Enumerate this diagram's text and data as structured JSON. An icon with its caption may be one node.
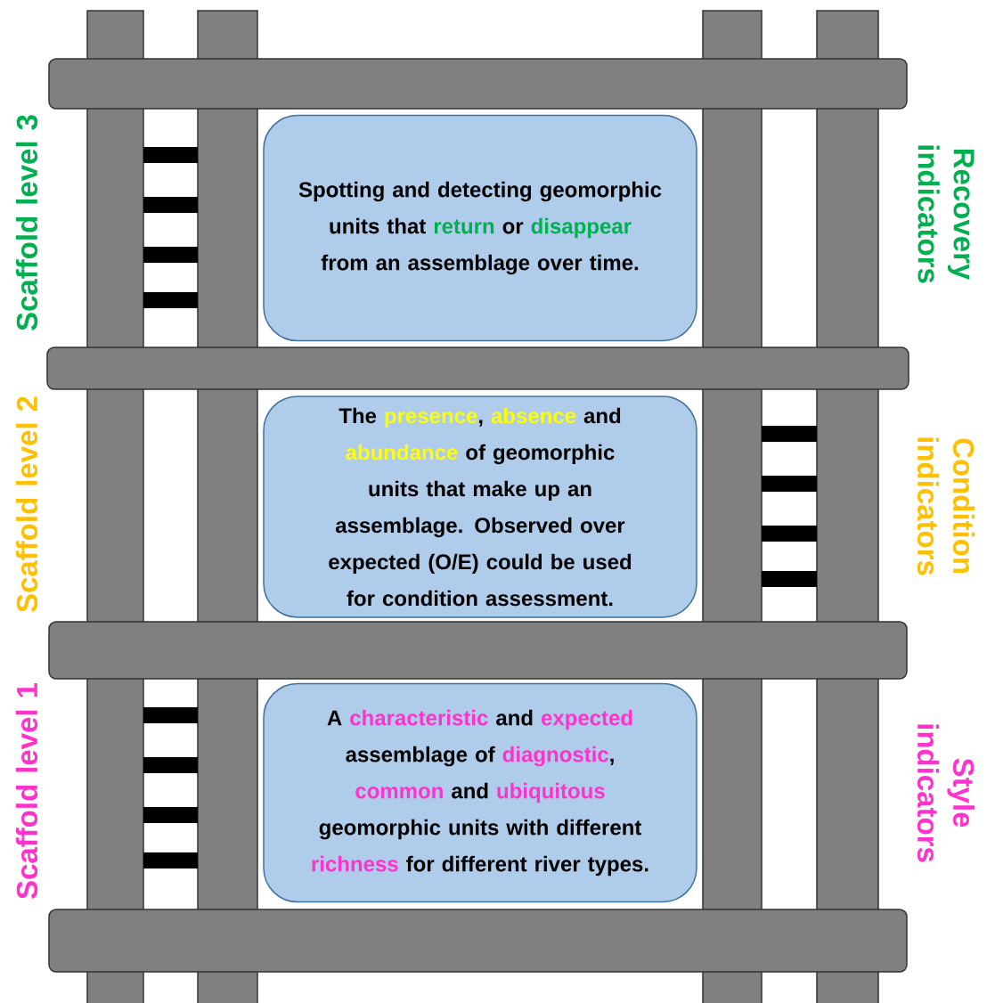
{
  "diagram": {
    "nodes": [
      {
        "text": [
          "Spotting and detecting geomorphic units that return or disappear from an assemblage over time."
        ]
      },
      {
        "text": [
          "The presence, absence and abundance of geomorphic units that make up an assemblage. Observed over expected (O/E) could be used for condition assessment."
        ]
      },
      {
        "text": [
          "A characteristic and expected assemblage of diagnostic, common and ubiquitous geomorphic units with different richness for different river types."
        ]
      }
    ],
    "labels": [
      "Scaffold level 3",
      "Recovery indicators",
      "Scaffold level 2",
      "Condition indicators",
      "Scaffold level 1",
      "Style indicators"
    ]
  }
}
